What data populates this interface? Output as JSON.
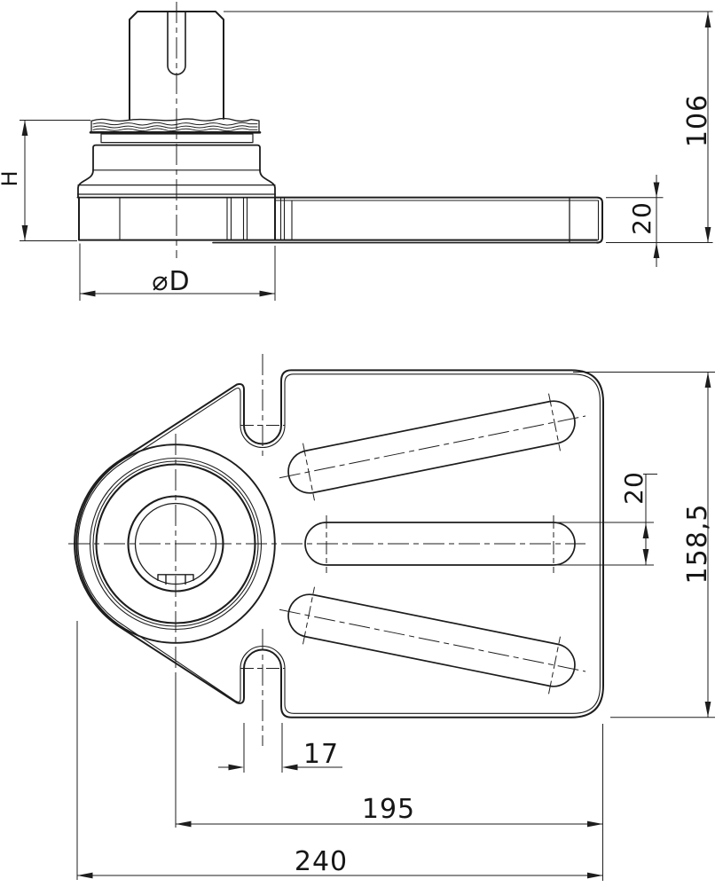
{
  "drawing": {
    "side_view": {
      "height_label": "H",
      "diameter_label": "⌀D",
      "overall_height": "106",
      "plate_thickness": "20"
    },
    "plan_view": {
      "slot_width": "20",
      "plate_height": "158,5",
      "notch_width": "17",
      "center_to_edge": "195",
      "overall_width": "240"
    }
  }
}
